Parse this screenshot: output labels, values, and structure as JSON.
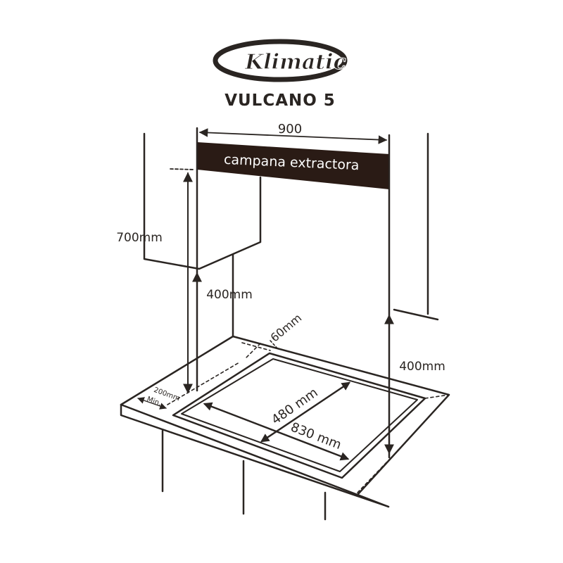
{
  "brand": {
    "logo_text": "Klimatic"
  },
  "title": "VULCANO 5",
  "labels": {
    "hood_width": "900",
    "hood_name": "campana extractora",
    "height_total": "700mm",
    "height_left": "400mm",
    "depth_60": "60mm",
    "height_right": "400mm",
    "side_min": "200mm",
    "side_min_sub": "Min.",
    "cut_depth": "480 mm",
    "cut_width": "830 mm"
  },
  "colors": {
    "ink": "#2a2522",
    "hood_fill": "#2a1b15",
    "hood_text": "#ffffff"
  }
}
